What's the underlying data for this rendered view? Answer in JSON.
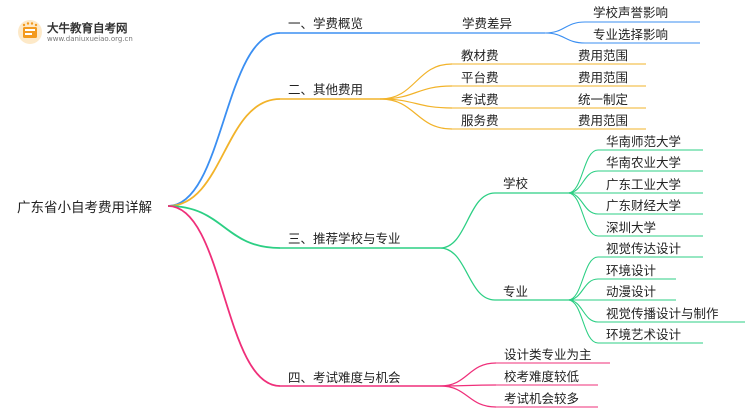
{
  "logo": {
    "title": "大牛教育自考网",
    "url": "www.daniuxueiao.org.cn"
  },
  "root": "广东省小自考费用详解",
  "colors": {
    "b1": "#3b8ff2",
    "b2": "#f2b32a",
    "b3": "#2ccf84",
    "b4": "#ef2f7a"
  },
  "branches": [
    {
      "label": "一、学费概览",
      "children": [
        {
          "label": "学费差异",
          "children": [
            "学校声誉影响",
            "专业选择影响"
          ]
        }
      ]
    },
    {
      "label": "二、其他费用",
      "children": [
        {
          "label": "教材费",
          "children": [
            "费用范围"
          ]
        },
        {
          "label": "平台费",
          "children": [
            "费用范围"
          ]
        },
        {
          "label": "考试费",
          "children": [
            "统一制定"
          ]
        },
        {
          "label": "服务费",
          "children": [
            "费用范围"
          ]
        }
      ]
    },
    {
      "label": "三、推荐学校与专业",
      "children": [
        {
          "label": "学校",
          "children": [
            "华南师范大学",
            "华南农业大学",
            "广东工业大学",
            "广东财经大学",
            "深圳大学"
          ]
        },
        {
          "label": "专业",
          "children": [
            "视觉传达设计",
            "环境设计",
            "动漫设计",
            "视觉传播设计与制作",
            "环境艺术设计"
          ]
        }
      ]
    },
    {
      "label": "四、考试难度与机会",
      "children": [
        {
          "label": "设计类专业为主",
          "children": []
        },
        {
          "label": "校考难度较低",
          "children": []
        },
        {
          "label": "考试机会较多",
          "children": []
        }
      ]
    }
  ]
}
